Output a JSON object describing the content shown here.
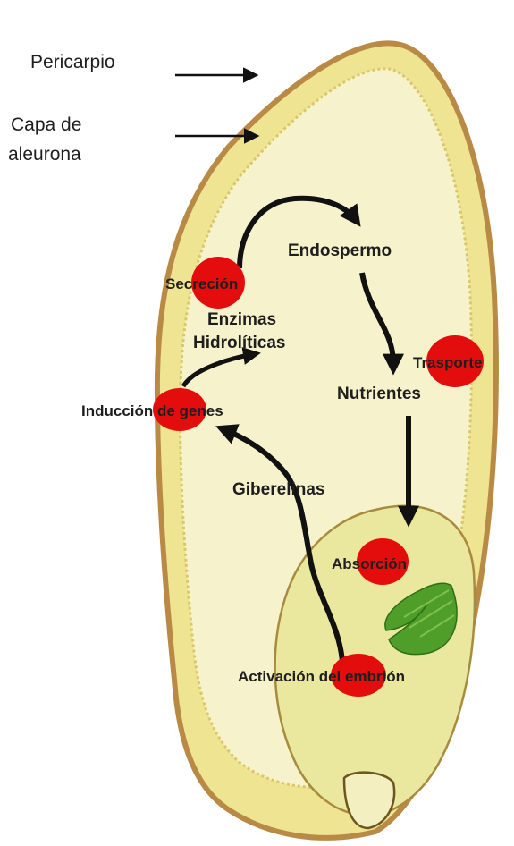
{
  "labels": {
    "pericarpio": "Pericarpio",
    "capa_line1": "Capa de",
    "capa_line2": "aleurona",
    "endospermo": "Endospermo",
    "secrecion": "Secreción",
    "enzimas_line1": "Enzimas",
    "enzimas_line2": "Hidrolíticas",
    "trasporte": "Trasporte",
    "nutrientes": "Nutrientes",
    "induccion": "Inducción de genes",
    "giberelinas": "Giberelinas",
    "absorcion": "Absorción",
    "activacion": "Activación del embrión"
  },
  "colors": {
    "pericarp_brown": "#b98a45",
    "aleurone_yellow": "#efe492",
    "endosperm_cream": "#f6f3cc",
    "embryo_yellow": "#eae79e",
    "scutellum_green": "#4f9e2a",
    "process_red": "#e40d0d",
    "arrow_black": "#111111"
  }
}
